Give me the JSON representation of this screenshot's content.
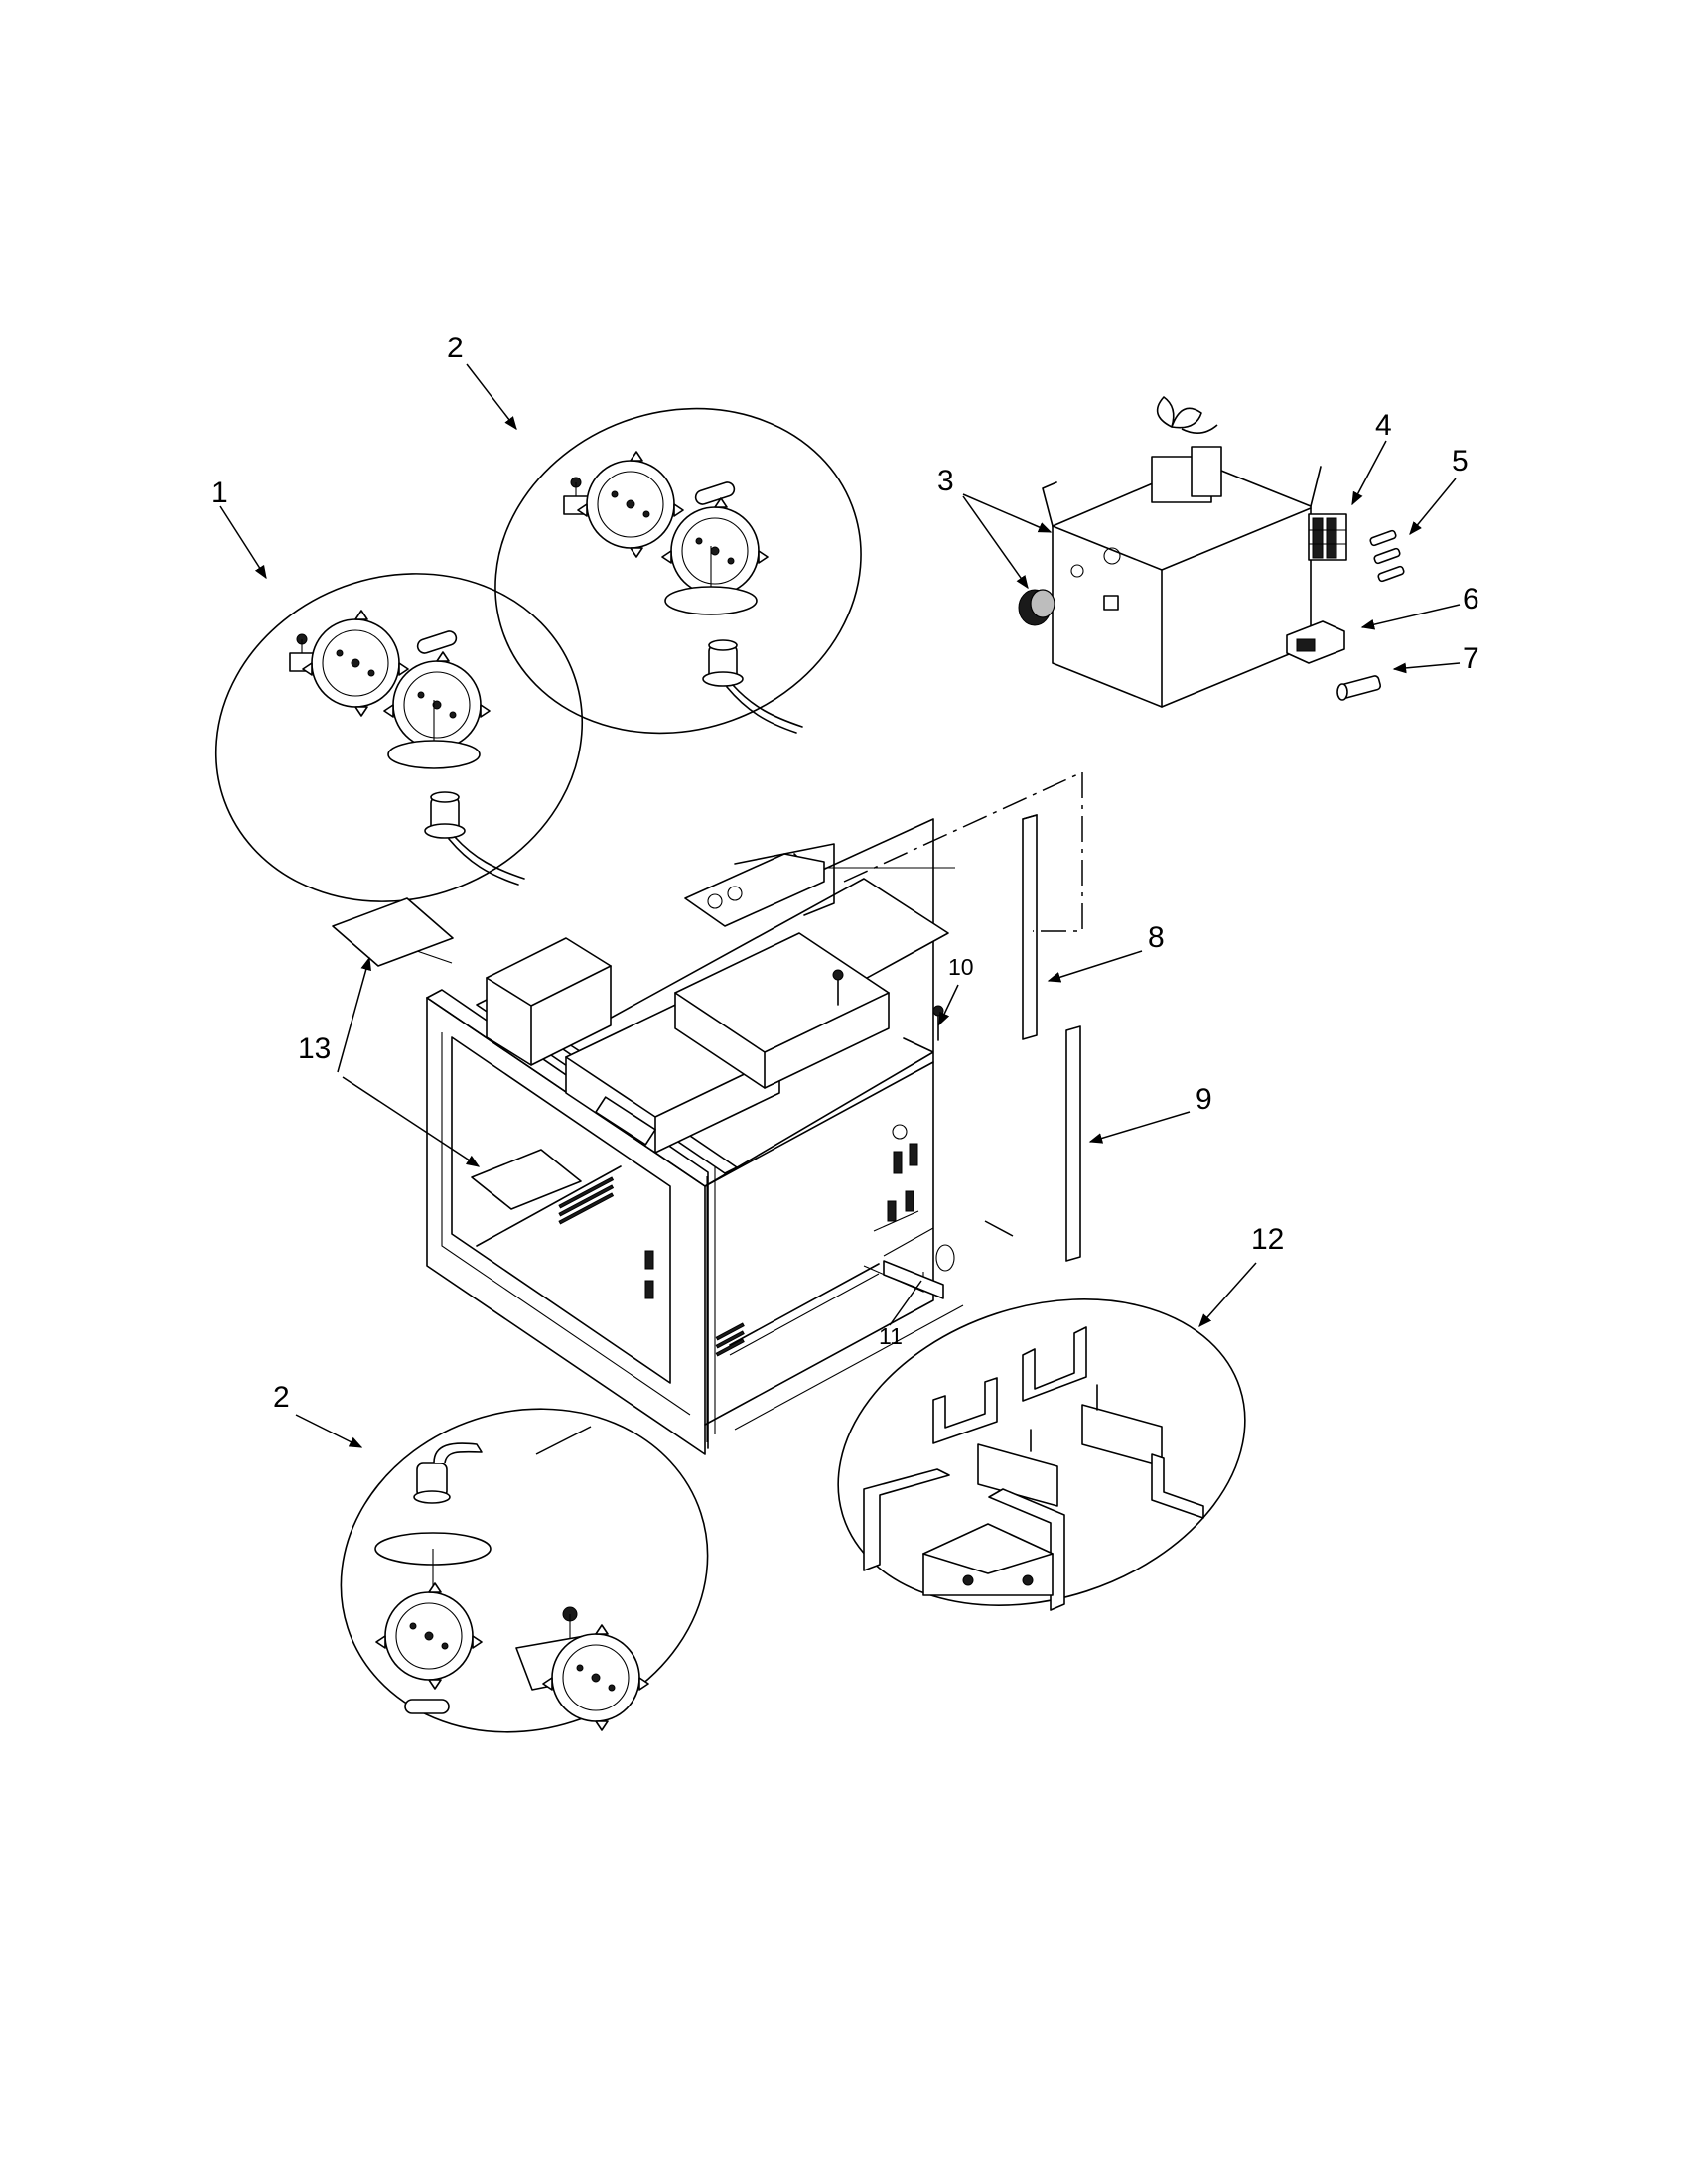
{
  "callouts": {
    "c1": "1",
    "c2_upper": "2",
    "c2_lower": "2",
    "c3": "3",
    "c4": "4",
    "c5": "5",
    "c6": "6",
    "c7": "7",
    "c8": "8",
    "c9": "9",
    "c10": "10",
    "c11": "11",
    "c12": "12",
    "c13": "13"
  }
}
